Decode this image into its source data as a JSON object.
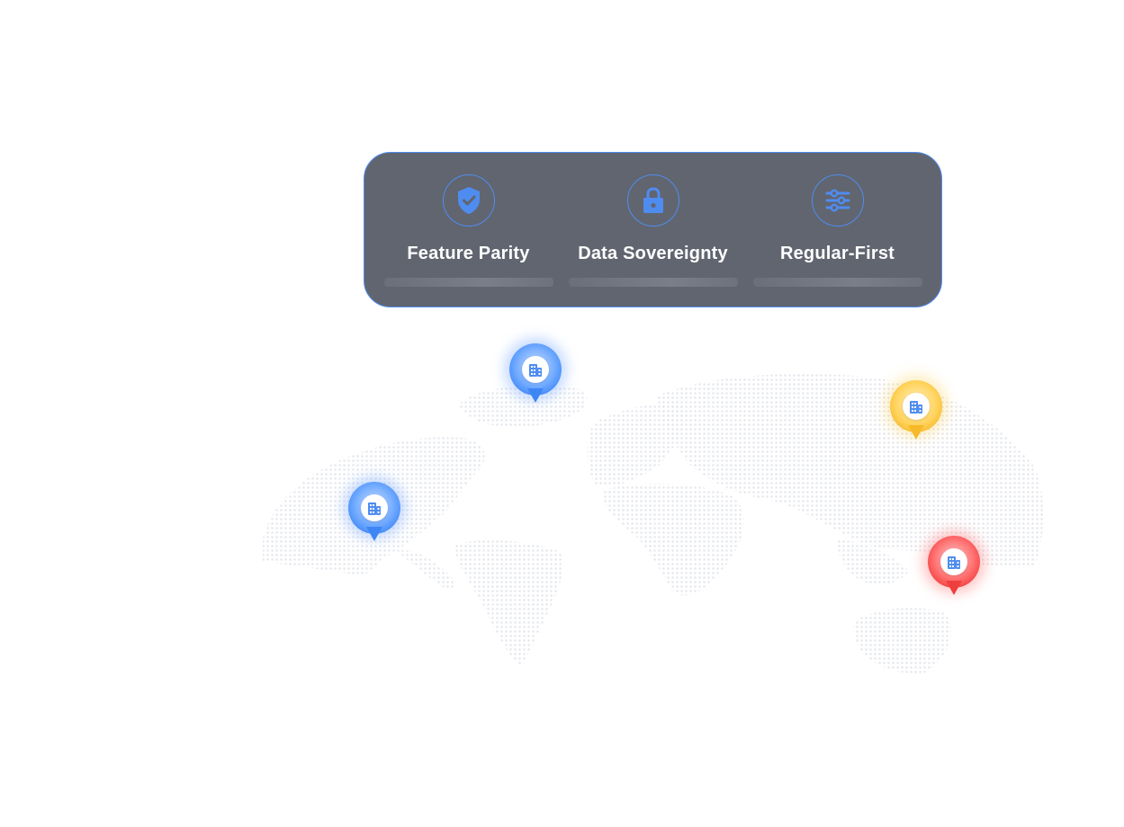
{
  "features": [
    {
      "label": "Feature Parity",
      "icon": "shield-check-icon"
    },
    {
      "label": "Data Sovereignty",
      "icon": "lock-icon"
    },
    {
      "label": "Regular-First",
      "icon": "sliders-icon"
    }
  ],
  "pins": [
    {
      "name": "north-america-pin",
      "color": "blue",
      "icon": "building-icon"
    },
    {
      "name": "greenland-pin",
      "color": "blue",
      "icon": "building-icon"
    },
    {
      "name": "asia-pin",
      "color": "yellow",
      "icon": "building-icon"
    },
    {
      "name": "australia-pin",
      "color": "red",
      "icon": "building-icon"
    }
  ],
  "colors": {
    "card_background": "#61656f",
    "accent": "#4f8cf0",
    "map_dots": "#e3e6ec",
    "pin_blue": "#3f86f5",
    "pin_yellow": "#f6b92a",
    "pin_red": "#ef3e3e"
  }
}
